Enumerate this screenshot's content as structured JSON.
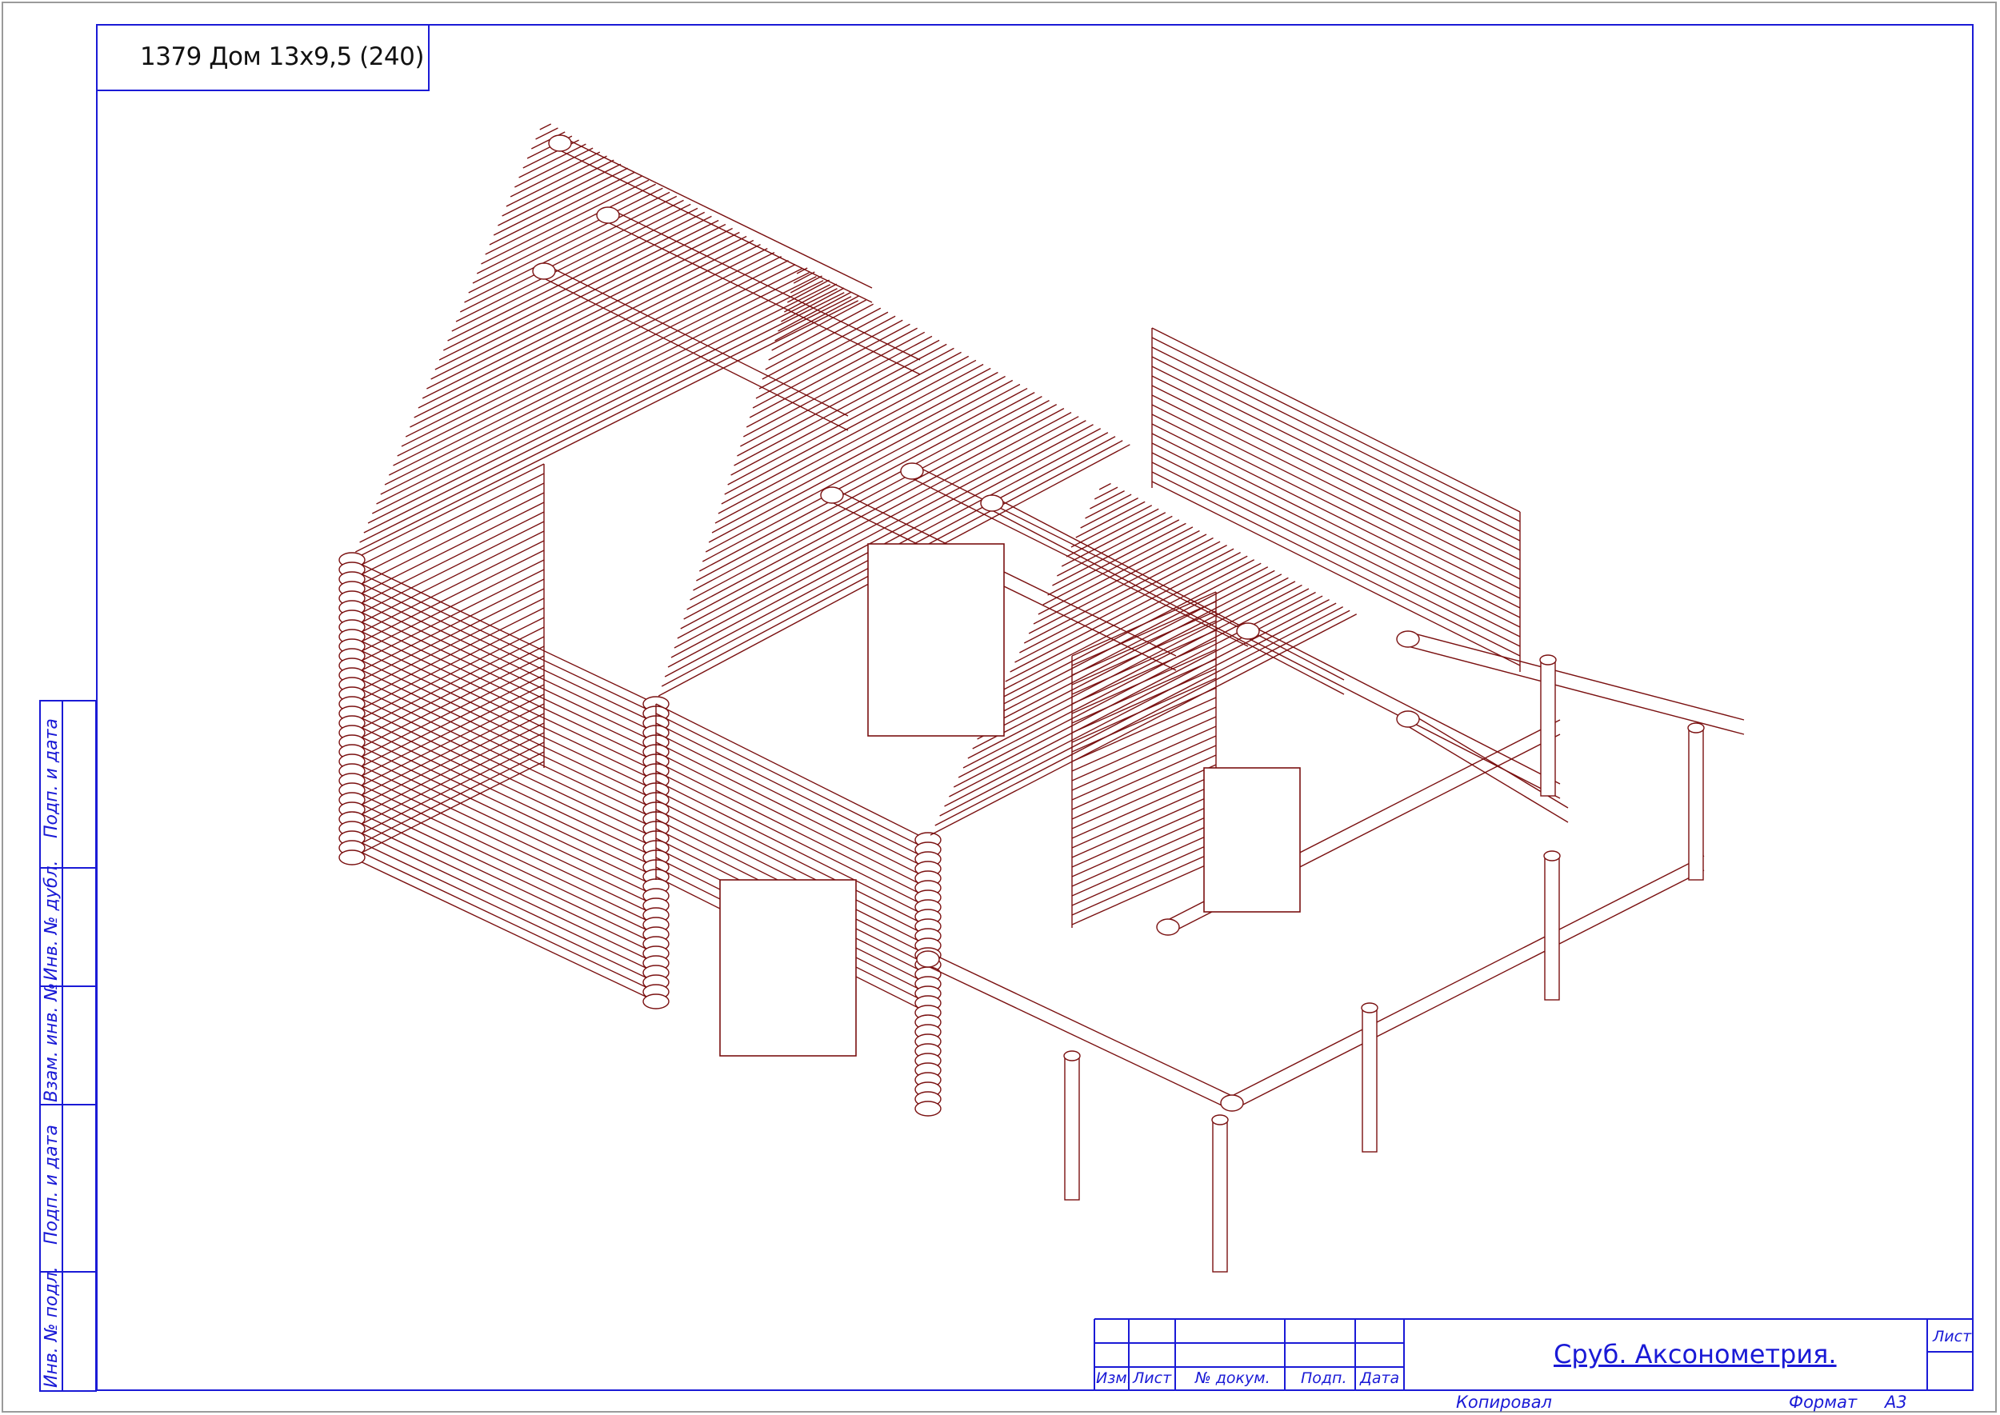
{
  "sheet": {
    "header_title": "1379 Дом 13х9,5 (240)",
    "drawing_title": "Сруб. Аксонометрия.",
    "sheet_label": "Лист",
    "copied_label": "Копировал",
    "format_label": "Формат",
    "format_value": "А3"
  },
  "title_block_columns": [
    "Изм.",
    "Лист",
    "№ докум.",
    "Подп.",
    "Дата"
  ],
  "side_stamp": [
    "Подп. и дата",
    "Инв. № дубл.",
    "Взам. инв. №",
    "Подп. и дата",
    "Инв. № подл."
  ],
  "colors": {
    "frame": "#1a1ad6",
    "drawing": "#7a1010",
    "border": "#9a9a9a"
  }
}
